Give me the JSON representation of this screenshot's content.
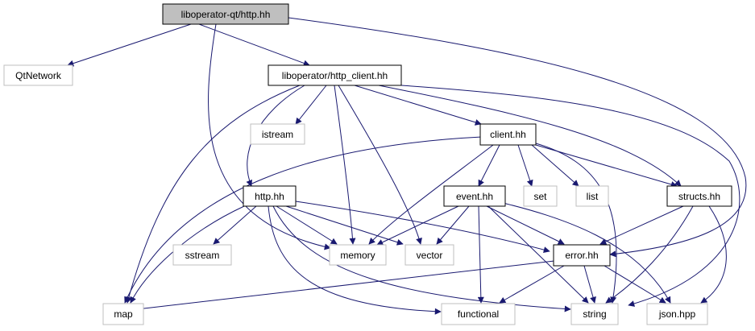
{
  "colors": {
    "edge": "#191970",
    "root_fill": "#bfbfbf",
    "local_border": "#000000",
    "system_border": "#bfbfbf",
    "node_fill": "#ffffff"
  },
  "nodes": {
    "liboperator_qt_http_hh": {
      "label": "liboperator-qt/http.hh",
      "kind": "root"
    },
    "qtnetwork": {
      "label": "QtNetwork",
      "kind": "system"
    },
    "http_client_hh": {
      "label": "liboperator/http_client.hh",
      "kind": "local"
    },
    "istream": {
      "label": "istream",
      "kind": "system"
    },
    "client_hh": {
      "label": "client.hh",
      "kind": "local"
    },
    "http_hh": {
      "label": "http.hh",
      "kind": "local"
    },
    "event_hh": {
      "label": "event.hh",
      "kind": "local"
    },
    "set": {
      "label": "set",
      "kind": "system"
    },
    "list": {
      "label": "list",
      "kind": "system"
    },
    "structs_hh": {
      "label": "structs.hh",
      "kind": "local"
    },
    "sstream": {
      "label": "sstream",
      "kind": "system"
    },
    "memory": {
      "label": "memory",
      "kind": "system"
    },
    "vector": {
      "label": "vector",
      "kind": "system"
    },
    "error_hh": {
      "label": "error.hh",
      "kind": "local"
    },
    "map": {
      "label": "map",
      "kind": "system"
    },
    "functional": {
      "label": "functional",
      "kind": "system"
    },
    "string": {
      "label": "string",
      "kind": "system"
    },
    "json_hpp": {
      "label": "json.hpp",
      "kind": "system"
    }
  }
}
